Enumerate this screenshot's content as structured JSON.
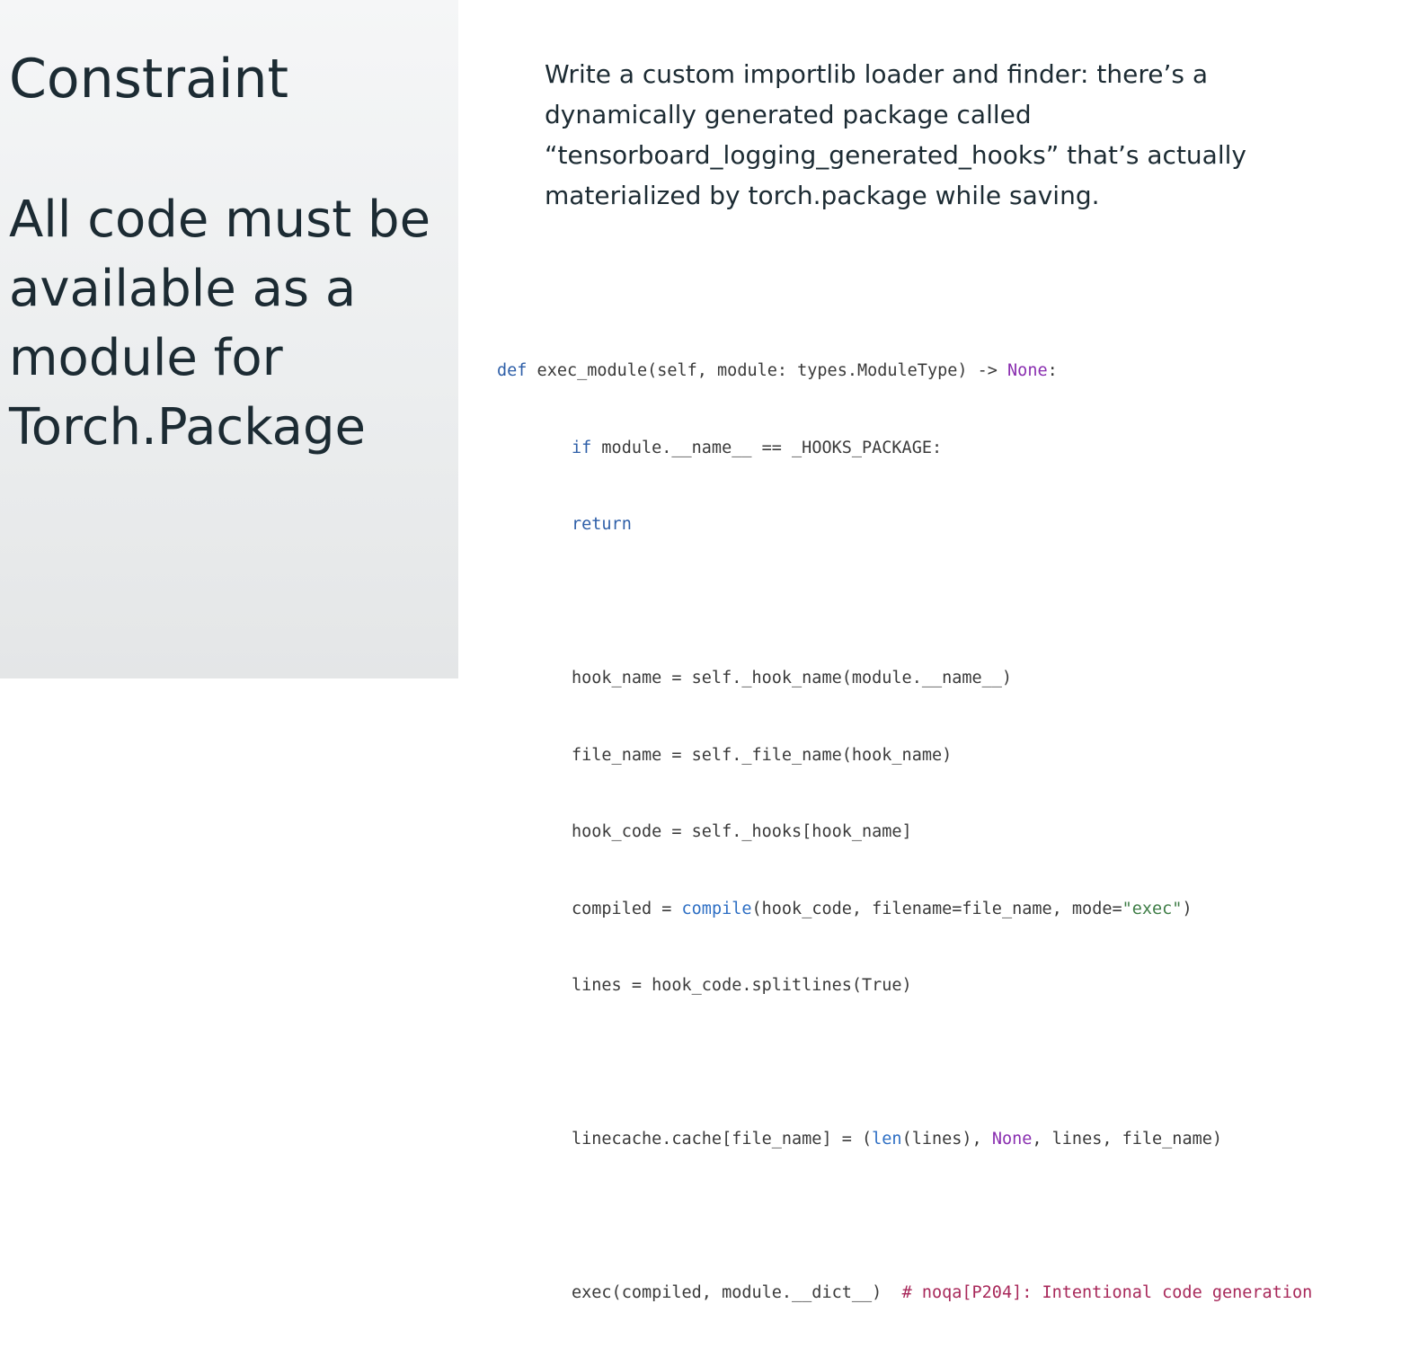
{
  "slide": {
    "title": "Constraint",
    "subtitle": "All code must be available as a module for Torch.Package",
    "description": "Write a custom importlib loader and finder: there’s a dynamically generated package called “tensorboard_logging_generated_hooks” that’s actually materialized by torch.package while saving."
  },
  "code": {
    "l1": {
      "kw": "def",
      "a": " exec_module(self, module: types.ModuleType) -> ",
      "c": "None",
      "b": ":"
    },
    "l2": {
      "kw": "if",
      "a": " module.__name__ == _HOOKS_PACKAGE:"
    },
    "l3": {
      "kw": "return"
    },
    "l5": "hook_name = self._hook_name(module.__name__)",
    "l6": "file_name = self._file_name(hook_name)",
    "l7": "hook_code = self._hooks[hook_name]",
    "l8": {
      "a": "compiled = ",
      "fn": "compile",
      "b": "(hook_code, filename=file_name, mode=",
      "s": "\"exec\"",
      "c": ")"
    },
    "l9": "lines = hook_code.splitlines(True)",
    "l11": {
      "a": "linecache.cache[file_name] = (",
      "fn": "len",
      "b": "(lines), ",
      "c": "None",
      "d": ", lines, file_name)"
    },
    "l13": {
      "a": "exec(compiled, module.__dict__)  ",
      "cmt": "# noqa[P204]: Intentional code generation"
    }
  }
}
